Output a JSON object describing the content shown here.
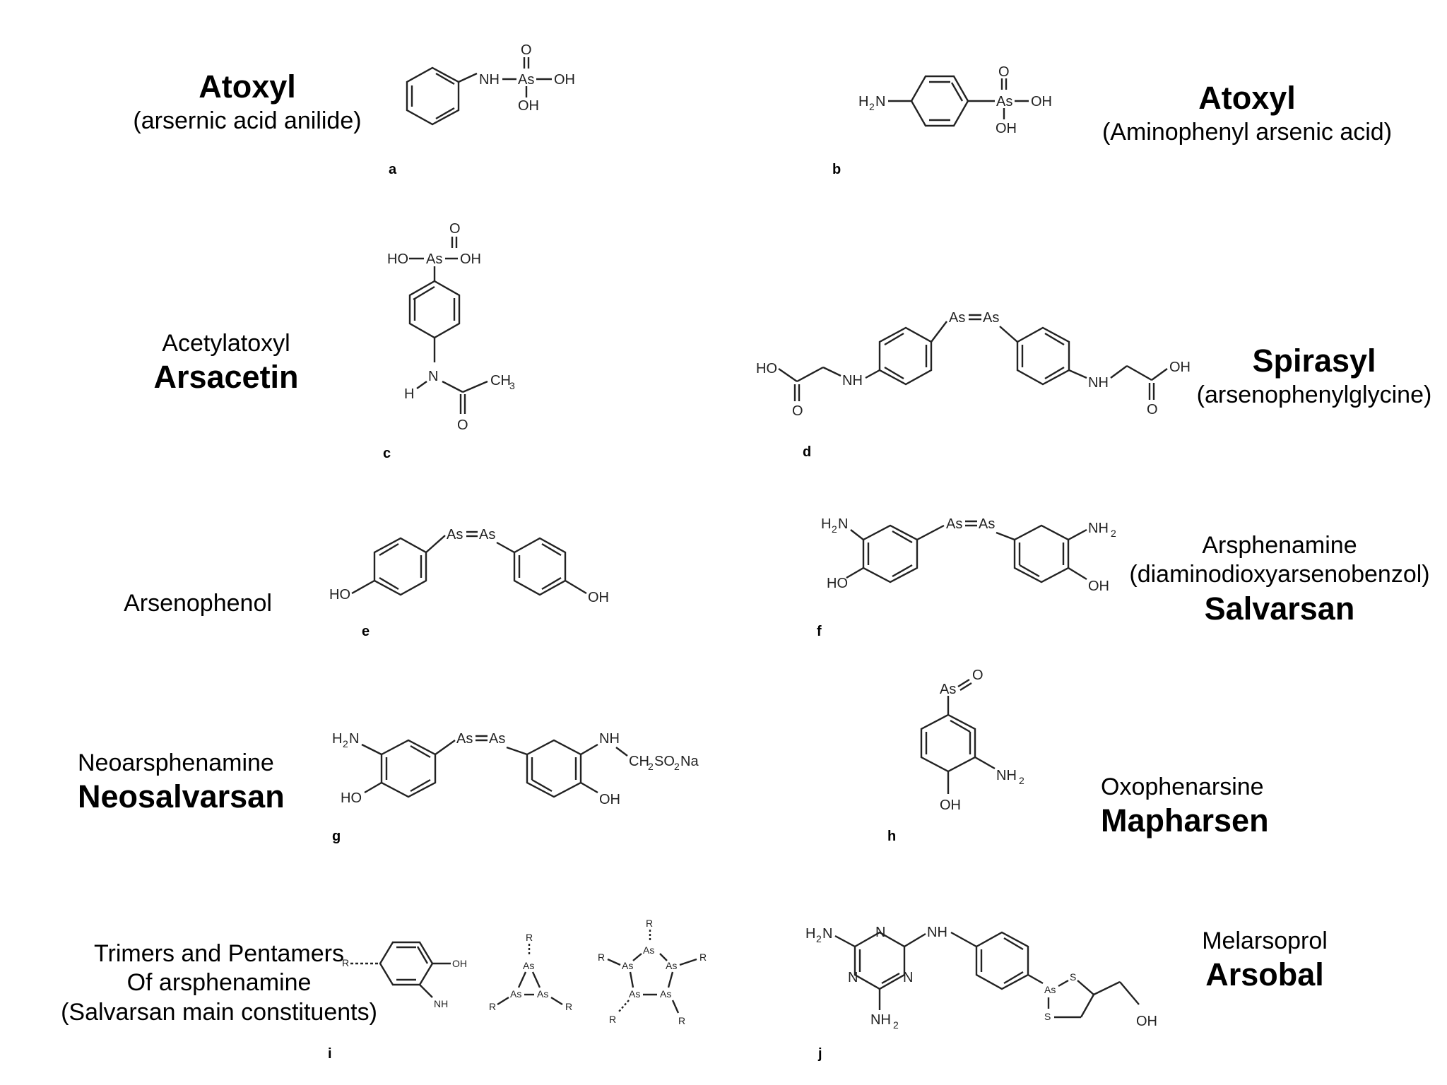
{
  "labels": {
    "a": {
      "line1": "Atoxyl",
      "line2": "(arsernic acid anilide)",
      "letter": "a"
    },
    "b": {
      "line1": "Atoxyl",
      "line2": "(Aminophenyl arsenic acid)",
      "letter": "b"
    },
    "c": {
      "line1": "Acetylatoxyl",
      "line2": "Arsacetin",
      "letter": "c"
    },
    "d": {
      "line1": "Spirasyl",
      "line2": "(arsenophenylglycine)",
      "letter": "d"
    },
    "e": {
      "line1": "Arsenophenol",
      "letter": "e"
    },
    "f": {
      "line1": "Arsphenamine",
      "line2": "(diaminodioxyarsenobenzol)",
      "line3": "Salvarsan",
      "letter": "f"
    },
    "g": {
      "line1": "Neoarsphenamine",
      "line2": "Neosalvarsan",
      "letter": "g"
    },
    "h": {
      "line1": "Oxophenarsine",
      "line2": "Mapharsen",
      "letter": "h"
    },
    "i": {
      "line1": "Trimers and Pentamers",
      "line2": "Of arsphenamine",
      "line3": "(Salvarsan main constituents)",
      "letter": "i"
    },
    "j": {
      "line1": "Melarsoprol",
      "line2": "Arsobal",
      "letter": "j"
    }
  },
  "atoms": {
    "NH": "NH",
    "As": "As",
    "OH": "OH",
    "HO": "HO",
    "O": "O",
    "N": "N",
    "H": "H",
    "CH": "CH",
    "H2N_H": "H",
    "H2N_N": "N",
    "NH2_NH": "NH",
    "sub2": "2",
    "sub3": "3",
    "CH2SO2Na_1": "CH",
    "CH2SO2Na_2": "SO",
    "CH2SO2Na_3": "Na",
    "R": "R",
    "S": "S"
  }
}
